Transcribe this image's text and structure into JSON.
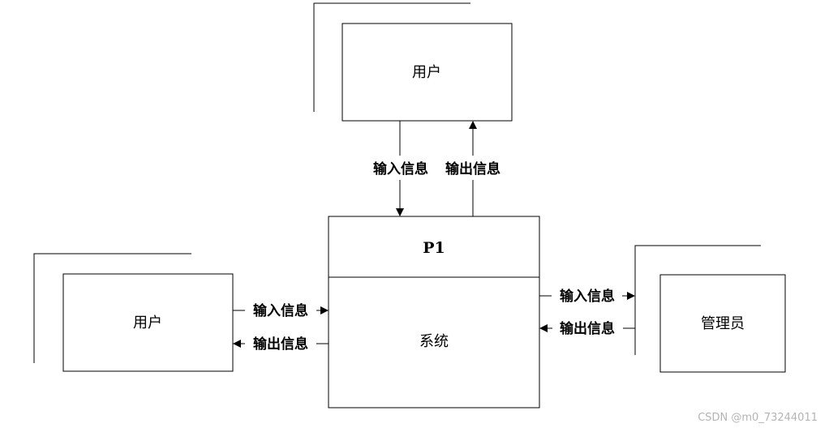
{
  "entities": {
    "top_user": "用户",
    "left_user": "用户",
    "right_admin": "管理员"
  },
  "process": {
    "id": "P1",
    "name": "系统"
  },
  "flows": {
    "top_input": "输入信息",
    "top_output": "输出信息",
    "left_input": "输入信息",
    "left_output": "输出信息",
    "right_input": "输入信息",
    "right_output": "输出信息"
  },
  "watermark": "CSDN @m0_73244011"
}
